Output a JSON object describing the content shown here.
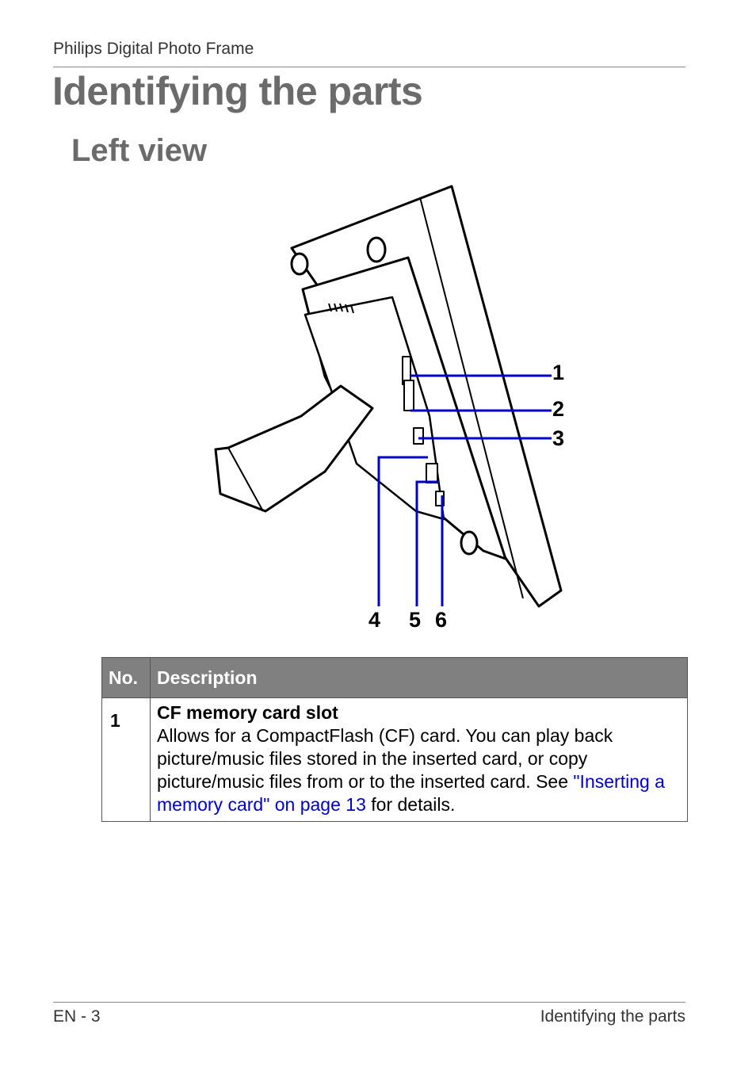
{
  "header": {
    "running_title": "Philips Digital Photo Frame"
  },
  "page": {
    "title": "Identifying the parts",
    "section": "Left view"
  },
  "figure": {
    "callouts": [
      "1",
      "2",
      "3",
      "4",
      "5",
      "6"
    ],
    "line_color": "#0000cc"
  },
  "table": {
    "headers": {
      "no": "No.",
      "description": "Description"
    },
    "rows": [
      {
        "no": "1",
        "title": "CF memory card slot",
        "text": "Allows for a CompactFlash (CF) card. You can play back picture/music files stored in the inserted card, or copy picture/music files from or to the inserted card. See ",
        "link": "\"Inserting a memory card\" on page 13",
        "suffix": " for details."
      }
    ],
    "header_color": "#808080"
  },
  "footer": {
    "left": "EN - 3",
    "right": "Identifying the parts"
  }
}
